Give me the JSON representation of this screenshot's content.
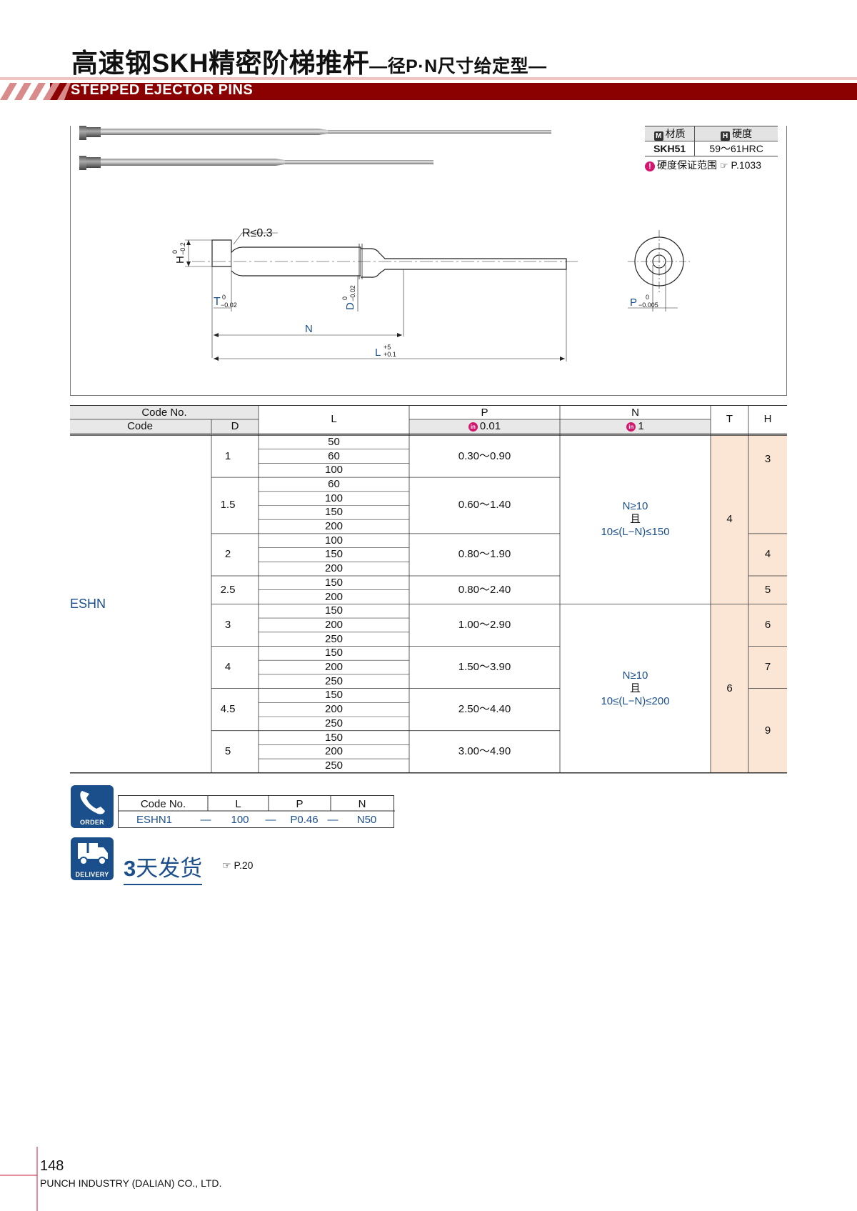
{
  "header": {
    "title_main": "高速钢SKH精密阶梯推杆",
    "title_sub": "—径P·N尺寸给定型—",
    "banner": "STEPPED EJECTOR PINS",
    "banner_color": "#8b0000"
  },
  "material": {
    "material_header": "材质",
    "hardness_header": "硬度",
    "material_tag": "M",
    "hardness_tag": "H",
    "material_value": "SKH51",
    "hardness_value": "59～61HRC",
    "note": "硬度保证范围",
    "note_ref": "P.1033"
  },
  "drawing": {
    "r_label": "R≤0.3",
    "h_label": "H",
    "h_tol": [
      "0",
      "−0.2"
    ],
    "t_label": "T",
    "t_tol": [
      "0",
      "−0.02"
    ],
    "d_label": "D",
    "d_tol": [
      "0",
      "−0.02"
    ],
    "p_label": "P",
    "p_tol": [
      "0",
      "−0.005"
    ],
    "n_label": "N",
    "l_label": "L",
    "l_tol": [
      "+5",
      "+0.1"
    ]
  },
  "spec_table": {
    "headers": {
      "code_no": "Code No.",
      "code": "Code",
      "d": "D",
      "l": "L",
      "p": "P",
      "p_inc": "0.01",
      "n": "N",
      "n_inc": "1",
      "t": "T",
      "h": "H"
    },
    "code": "ESHN",
    "groups": [
      {
        "d": "1",
        "l": [
          "50",
          "60",
          "100"
        ],
        "p": "0.30～0.90"
      },
      {
        "d": "1.5",
        "l": [
          "60",
          "100",
          "150",
          "200"
        ],
        "p": "0.60～1.40"
      },
      {
        "d": "2",
        "l": [
          "100",
          "150",
          "200"
        ],
        "p": "0.80～1.90"
      },
      {
        "d": "2.5",
        "l": [
          "150",
          "200"
        ],
        "p": "0.80～2.40"
      },
      {
        "d": "3",
        "l": [
          "150",
          "200",
          "250"
        ],
        "p": "1.00～2.90"
      },
      {
        "d": "4",
        "l": [
          "150",
          "200",
          "250"
        ],
        "p": "1.50～3.90"
      },
      {
        "d": "4.5",
        "l": [
          "150",
          "200",
          "250"
        ],
        "p": "2.50～4.40"
      },
      {
        "d": "5",
        "l": [
          "150",
          "200",
          "250"
        ],
        "p": "3.00～4.90"
      }
    ],
    "n_ranges": [
      {
        "line1": "N≥10",
        "line2": "且",
        "line3": "10≤(L−N)≤150"
      },
      {
        "line1": "N≥10",
        "line2": "且",
        "line3": "10≤(L−N)≤200"
      }
    ],
    "t_values": [
      "4",
      "6"
    ],
    "h_values": [
      "3",
      "4",
      "5",
      "6",
      "7",
      "9"
    ]
  },
  "order": {
    "icon_label": "ORDER",
    "headers": [
      "Code No.",
      "L",
      "P",
      "N"
    ],
    "values": [
      "ESHN1",
      "100",
      "P0.46",
      "N50"
    ],
    "sep": "—"
  },
  "delivery": {
    "icon_label": "DELIVERY",
    "days": "3",
    "text": "天发货",
    "ref": "P.20"
  },
  "footer": {
    "page": "148",
    "company": "PUNCH INDUSTRY (DALIAN) CO., LTD."
  }
}
